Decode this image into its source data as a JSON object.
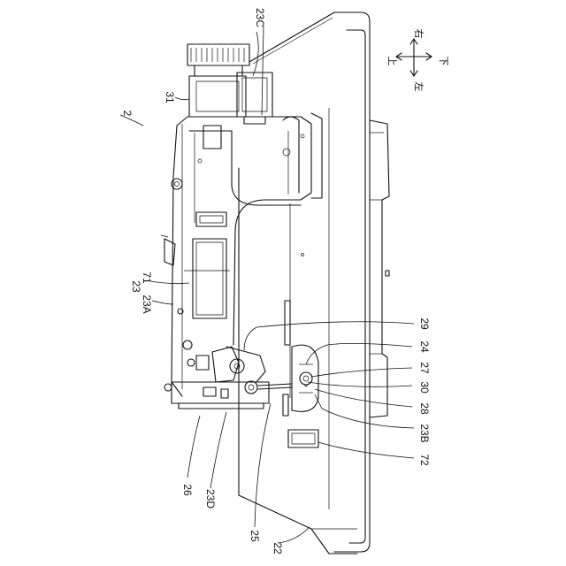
{
  "figure": {
    "fig_label": "2",
    "labels": {
      "l23C": "23C",
      "l31": "31",
      "l23": "23",
      "l71": "71",
      "l23A": "23A",
      "l29": "29",
      "l24": "24",
      "l27": "27",
      "l30": "30",
      "l28": "28",
      "l23B": "23B",
      "l72": "72",
      "l26": "26",
      "l23D": "23D",
      "l25": "25",
      "l22": "22"
    },
    "directions": {
      "up": "上",
      "down": "下",
      "left": "左",
      "right": "右"
    }
  }
}
